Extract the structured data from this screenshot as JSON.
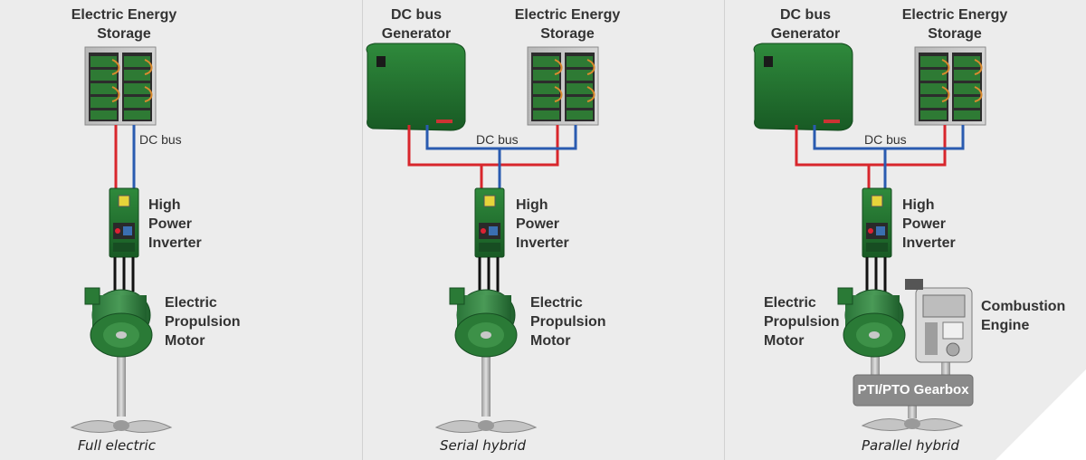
{
  "panels": [
    {
      "caption": "Full electric",
      "storage_label": [
        "Electric Energy",
        "Storage"
      ],
      "bus_label": "DC bus",
      "inverter_label": [
        "High",
        "Power",
        "Inverter"
      ],
      "motor_label": [
        "Electric",
        "Propulsion",
        "Motor"
      ]
    },
    {
      "caption": "Serial hybrid",
      "generator_label": [
        "DC bus",
        "Generator"
      ],
      "storage_label": [
        "Electric Energy",
        "Storage"
      ],
      "bus_label": "DC bus",
      "inverter_label": [
        "High",
        "Power",
        "Inverter"
      ],
      "motor_label": [
        "Electric",
        "Propulsion",
        "Motor"
      ]
    },
    {
      "caption": "Parallel hybrid",
      "generator_label": [
        "DC bus",
        "Generator"
      ],
      "storage_label": [
        "Electric Energy",
        "Storage"
      ],
      "bus_label": "DC bus",
      "inverter_label": [
        "High",
        "Power",
        "Inverter"
      ],
      "motor_label": [
        "Electric",
        "Propulsion",
        "Motor"
      ],
      "engine_label": [
        "Combustion",
        "Engine"
      ],
      "gearbox_label": "PTI/PTO Gearbox"
    }
  ],
  "colors": {
    "positive_wire": "#d8262c",
    "negative_wire": "#2a5bb0",
    "equipment_green": "#1f6b2c",
    "gearbox_gray": "#8a8a8a"
  }
}
